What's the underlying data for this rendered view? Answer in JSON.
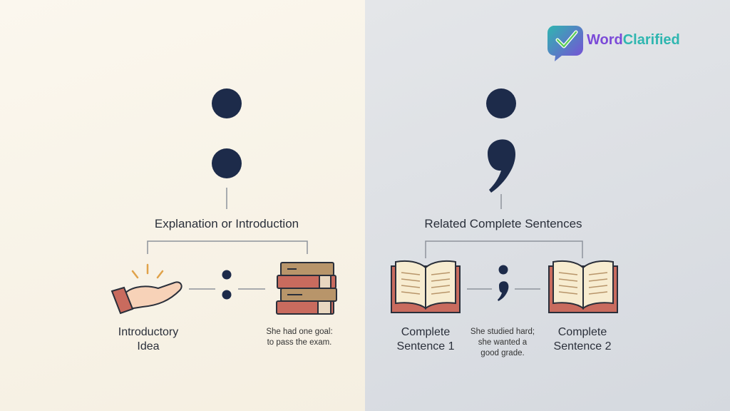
{
  "brand": {
    "name": "WordClarified"
  },
  "left": {
    "symbol": "colon",
    "heading": "Explanation or Introduction",
    "item_left_label_line1": "Introductory",
    "item_left_label_line2": "Idea",
    "example_line1": "She had one goal:",
    "example_line2": "to pass the exam.",
    "icons": [
      "hand-offering-icon",
      "book-stack-icon"
    ]
  },
  "right": {
    "symbol": "semicolon",
    "heading": "Related Complete Sentences",
    "item_left_label_line1": "Complete",
    "item_left_label_line2": "Sentence 1",
    "item_right_label_line1": "Complete",
    "item_right_label_line2": "Sentence 2",
    "example_line1": "She studied hard;",
    "example_line2": "she wanted a",
    "example_line3": "good grade.",
    "icons": [
      "open-book-icon",
      "open-book-icon"
    ]
  },
  "colors": {
    "navy": "#1d2b4a",
    "line": "#8e939c",
    "book_red": "#c96b5e",
    "book_tan": "#b8956a",
    "logo_purple": "#7b4ad8",
    "logo_teal": "#2fb6b0"
  }
}
